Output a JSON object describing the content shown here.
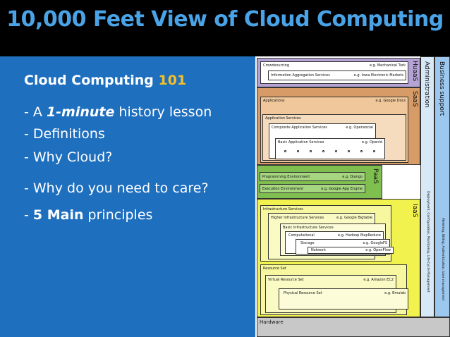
{
  "slide": {
    "title": "10,000 Feet View of Cloud Computing",
    "heading_main": "Cloud Computing ",
    "heading_num": "101",
    "bullets": {
      "b1_a": "- A ",
      "b1_em": "1-minute",
      "b1_b": " history lesson",
      "b2": "- Definitions",
      "b3": "- Why Cloud?",
      "b4": "- Why do you need to care?",
      "b5_a": "-  ",
      "b5_strong": "5 Main",
      "b5_b": " principles"
    }
  },
  "diagram": {
    "huaas": "HuaaS",
    "crowdsourcing": "Crowdsourcing",
    "crowdsourcing_eg": "e.g. Mechanical Turk",
    "info_agg": "Information Aggregation Services",
    "info_agg_eg": "e.g. Iowa Electronic Markets",
    "saas": "SaaS",
    "applications": "Applications",
    "applications_eg": "e.g. Google Docs",
    "app_services": "Application Services",
    "composite": "Composite Application Services",
    "composite_eg": "e.g. Opensocial",
    "basic_app": "Basic Application Services",
    "basic_app_eg": "e.g. OpenId",
    "paas": "PaaS",
    "prog_env": "Programming Environment",
    "prog_env_eg": "e.g. Django",
    "exec_env": "Execution Environment",
    "exec_env_eg": "e.g. Google App Engine",
    "iaas": "IaaS",
    "infra": "Infrastructure Services",
    "higher_infra": "Higher Infrastructure Services",
    "higher_infra_eg": "e.g. Google Bigtable",
    "basic_infra": "Basic Infrastructure Services",
    "computational": "Computational",
    "computational_eg": "e.g. Hadoop MapReduce",
    "storage": "Storage",
    "storage_eg": "e.g. GoogleFS",
    "network": "Network",
    "network_eg": "e.g. OpenFlow",
    "resource_set": "Resource Set",
    "virtual_rs": "Virtual Resource Set",
    "virtual_rs_eg": "e.g. Amazon EC2",
    "physical_rs": "Physical Resource Set",
    "physical_rs_eg": "e.g. Emulab",
    "hardware": "Hardware",
    "administration": "Administration",
    "admin_detail": "Deployment, Configuration, Monitoring, Life-Cycle Management",
    "business": "Business support",
    "business_detail": "Metering, Billing, Authentication, User management"
  },
  "colors": {
    "title": "#4aa3e6",
    "panel": "#1f6fbf",
    "accent_num": "#f2c029",
    "huaas_bg": "#b5a3d6",
    "saas_bg": "#d69b66",
    "paas_bg": "#7fbf4f",
    "iaas_bg": "#f2f24f",
    "hardware_bg": "#c8c8c8",
    "admin_bg": "#d7e8f7",
    "business_bg": "#9cc7ee"
  }
}
